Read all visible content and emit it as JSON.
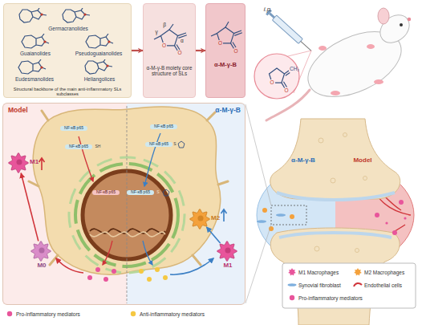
{
  "diagram": {
    "nodes": [
      {
        "text": [
          "Germacranolides",
          "Guaianolides",
          "Pseudoguaianolides",
          "Eudesmanolides",
          "Heliangolices",
          "Structural backbone of the main anti-inflammatory SLs subclasses"
        ]
      },
      {
        "text": [
          "α-M-γ-B moiety core structure of SLs"
        ]
      },
      {
        "text": [
          "α-M-γ-B"
        ]
      },
      {
        "text": [
          "Model",
          "α-M-γ-B"
        ]
      },
      {
        "text": [
          "M1"
        ],
        "in": 3
      },
      {
        "text": [
          "M0"
        ],
        "in": 3
      },
      {
        "text": [
          "M2"
        ],
        "in": 3
      },
      {
        "text": [
          "M1"
        ],
        "in": 3
      }
    ],
    "edges": [
      {
        "from": 0,
        "to": 1,
        "arrow": "to"
      },
      {
        "from": 1,
        "to": 2,
        "arrow": "to"
      },
      {
        "from": 5,
        "to": 4,
        "arrow": "to"
      },
      {
        "from": 7,
        "to": 6,
        "arrow": "to"
      }
    ],
    "labels": [
      "γ",
      "β",
      "α",
      "O",
      "O",
      "O",
      "O",
      "i.p.",
      "O",
      "O",
      "CH₂",
      "NF-κB p65",
      "NF-κB p65",
      "SH",
      "NF-κB p65",
      "NF-κB p65",
      "NF-κB p65",
      "S",
      "NF-κB p65",
      "S",
      "α-M-γ-B",
      "Model"
    ],
    "legend": [
      {
        "text": "Pro-inflammatory mediators",
        "color": "#e8559b"
      },
      {
        "text": "Anti-inflammatory mediators",
        "color": "#f5c842"
      },
      {
        "text": "M1 Macrophages",
        "color": "#e8559b"
      },
      {
        "text": "M2 Macrophages",
        "color": "#f4a13b"
      },
      {
        "text": "Synovial fibroblast"
      },
      {
        "text": "Endothelial cells"
      },
      {
        "text": "Pro-inflammatory mediators",
        "color": "#e8559b"
      }
    ]
  }
}
